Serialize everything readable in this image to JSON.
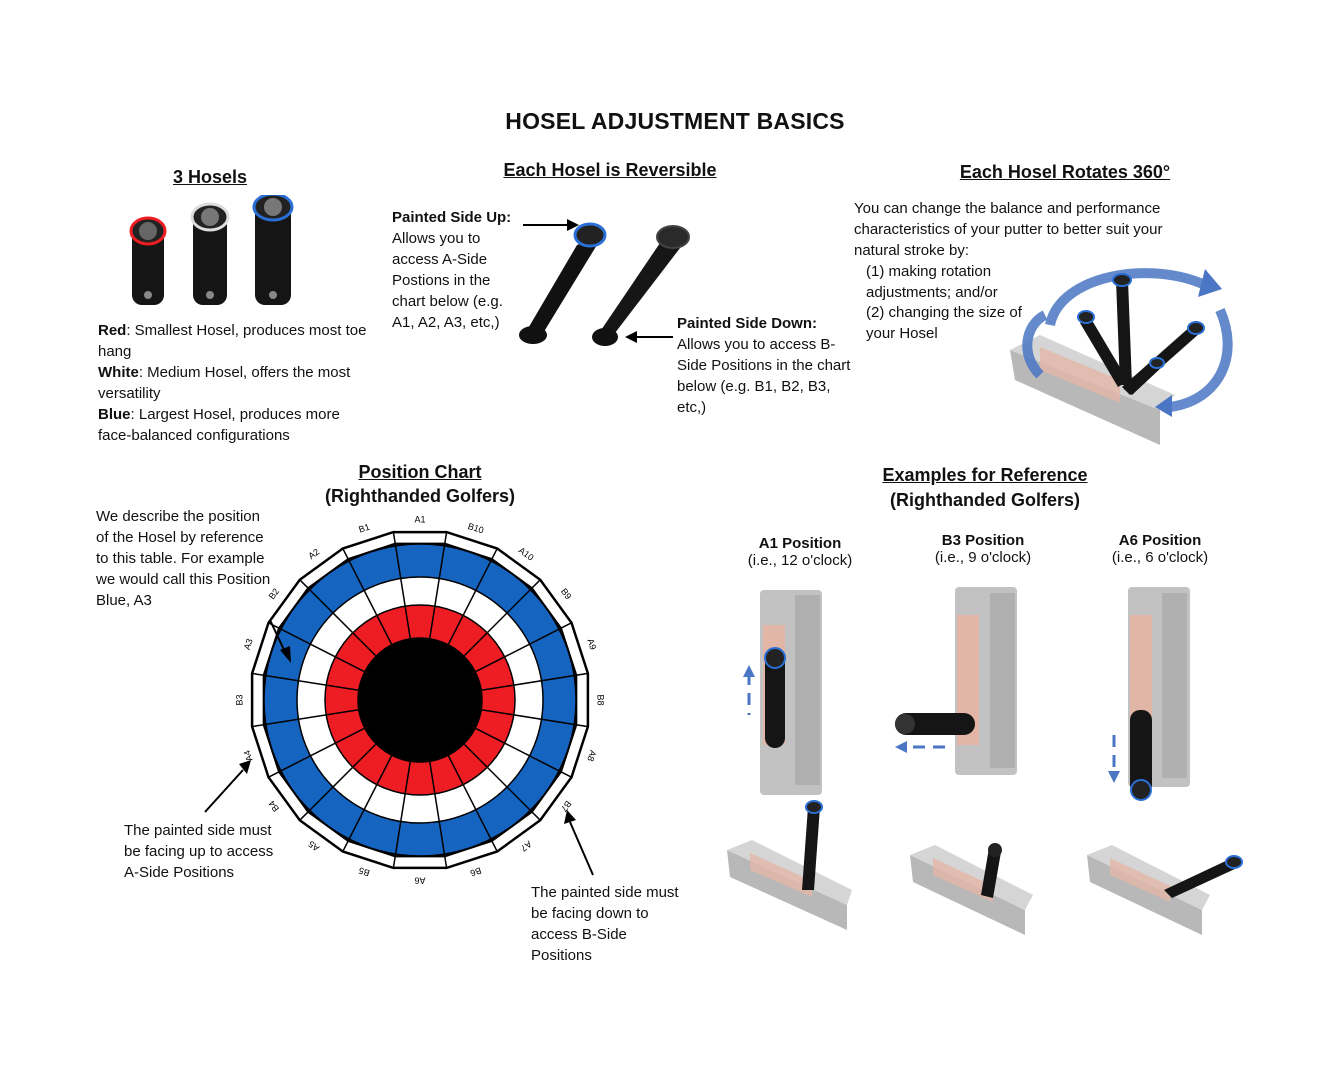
{
  "title": "HOSEL ADJUSTMENT BASICS",
  "hosels": {
    "heading": "3 Hosels",
    "red_label": "Red",
    "red_text": ": Smallest Hosel, produces most toe hang",
    "white_label": "White",
    "white_text": ": Medium Hosel, offers the most versatility",
    "blue_label": "Blue",
    "blue_text": ": Largest Hosel, produces more face-balanced configurations"
  },
  "reversible": {
    "heading": "Each Hosel is Reversible",
    "up_label": "Painted Side Up:",
    "up_text": "Allows you to access A-Side Postions in the chart below (e.g. A1, A2, A3, etc,)",
    "down_label": "Painted Side Down:",
    "down_text": "Allows you to access B-Side Positions in the chart below (e.g. B1, B2, B3, etc,)"
  },
  "rotates": {
    "heading": "Each Hosel Rotates 360°",
    "intro": "You can change the balance and performance characteristics of your putter to better suit your natural stroke by:",
    "item1": "(1) making rotation adjustments; and/or",
    "item2": "(2) changing the size of your Hosel"
  },
  "position_chart": {
    "heading": "Position Chart",
    "subheading": "(Righthanded Golfers)",
    "describe": "We describe the position of the Hosel by reference to this table.  For example we would call this Position Blue, A3",
    "note_a": "The painted side must be facing up to access A-Side Positions",
    "note_b": "The painted side must be facing down to access B-Side Positions",
    "labels": [
      "A1",
      "B10",
      "A10",
      "B9",
      "A9",
      "B8",
      "A8",
      "B7",
      "A7",
      "B6",
      "A6",
      "B5",
      "A5",
      "B4",
      "A4",
      "B3",
      "A3",
      "B2",
      "A2",
      "B1"
    ]
  },
  "examples": {
    "heading": "Examples for Reference",
    "subheading": "(Righthanded Golfers)",
    "items": [
      {
        "name": "A1 Position",
        "clock": "(i.e., 12 o'clock)"
      },
      {
        "name": "B3 Position",
        "clock": "(i.e., 9 o'clock)"
      },
      {
        "name": "A6 Position",
        "clock": "(i.e., 6 o'clock)"
      }
    ]
  },
  "colors": {
    "red": "#ee1d23",
    "blue": "#1565c0",
    "black": "#000000",
    "arrow_blue": "#4a76c4",
    "putter_gray": "#bdbdbd",
    "putter_pink": "#e2b6a6"
  }
}
